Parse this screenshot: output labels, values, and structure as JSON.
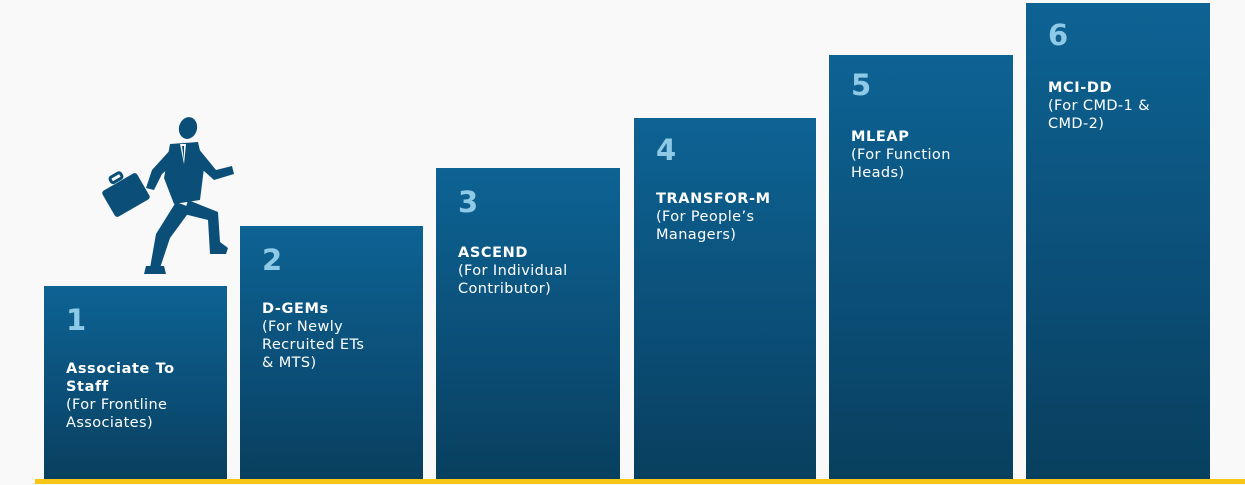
{
  "steps": [
    {
      "number": "1",
      "title": "Associate To Staff",
      "desc": "(For Frontline\nAssociates)"
    },
    {
      "number": "2",
      "title": "D-GEMs",
      "desc": "(For Newly\nRecruited ETs\n& MTS)"
    },
    {
      "number": "3",
      "title": "ASCEND",
      "desc": "(For Individual\nContributor)"
    },
    {
      "number": "4",
      "title": "TRANSFOR-M",
      "desc": "(For People’s\nManagers)"
    },
    {
      "number": "5",
      "title": "MLEAP",
      "desc": "(For Function\nHeads)"
    },
    {
      "number": "6",
      "title": "MCI-DD",
      "desc": "(For CMD-1 &\nCMD-2)"
    }
  ],
  "colors": {
    "step_top": "#0d6394",
    "step_bottom": "#083f5e",
    "number": "#8ecae6",
    "baseline": "#f5c518",
    "figure": "#0b4f78"
  },
  "icons": {
    "figure": "businessman-climbing-stairs-icon"
  }
}
